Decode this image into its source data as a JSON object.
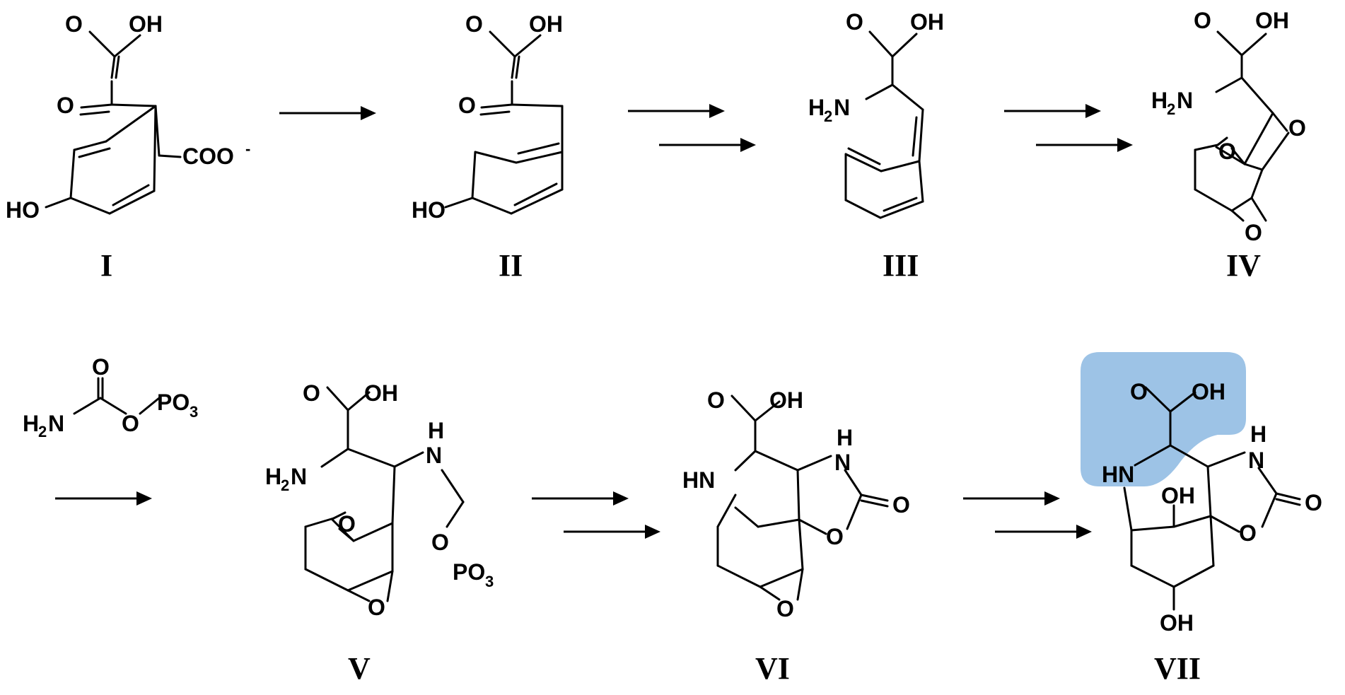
{
  "compounds": [
    {
      "id": "I",
      "label": "I"
    },
    {
      "id": "II",
      "label": "II"
    },
    {
      "id": "III",
      "label": "III"
    },
    {
      "id": "IV",
      "label": "IV"
    },
    {
      "id": "V",
      "label": "V"
    },
    {
      "id": "VI",
      "label": "VI"
    },
    {
      "id": "VII",
      "label": "VII"
    }
  ],
  "atoms": {
    "o": "O",
    "oh": "OH",
    "ho": "HO",
    "coo": "COO",
    "minus": "-",
    "h": "H",
    "n": "N",
    "hn": "HN",
    "nh": "NH",
    "p": "PO",
    "three": "3",
    "two": "2"
  },
  "reagent": {
    "label": "carbamoyl phosphate"
  },
  "highlight_color": "#9dc3e6"
}
